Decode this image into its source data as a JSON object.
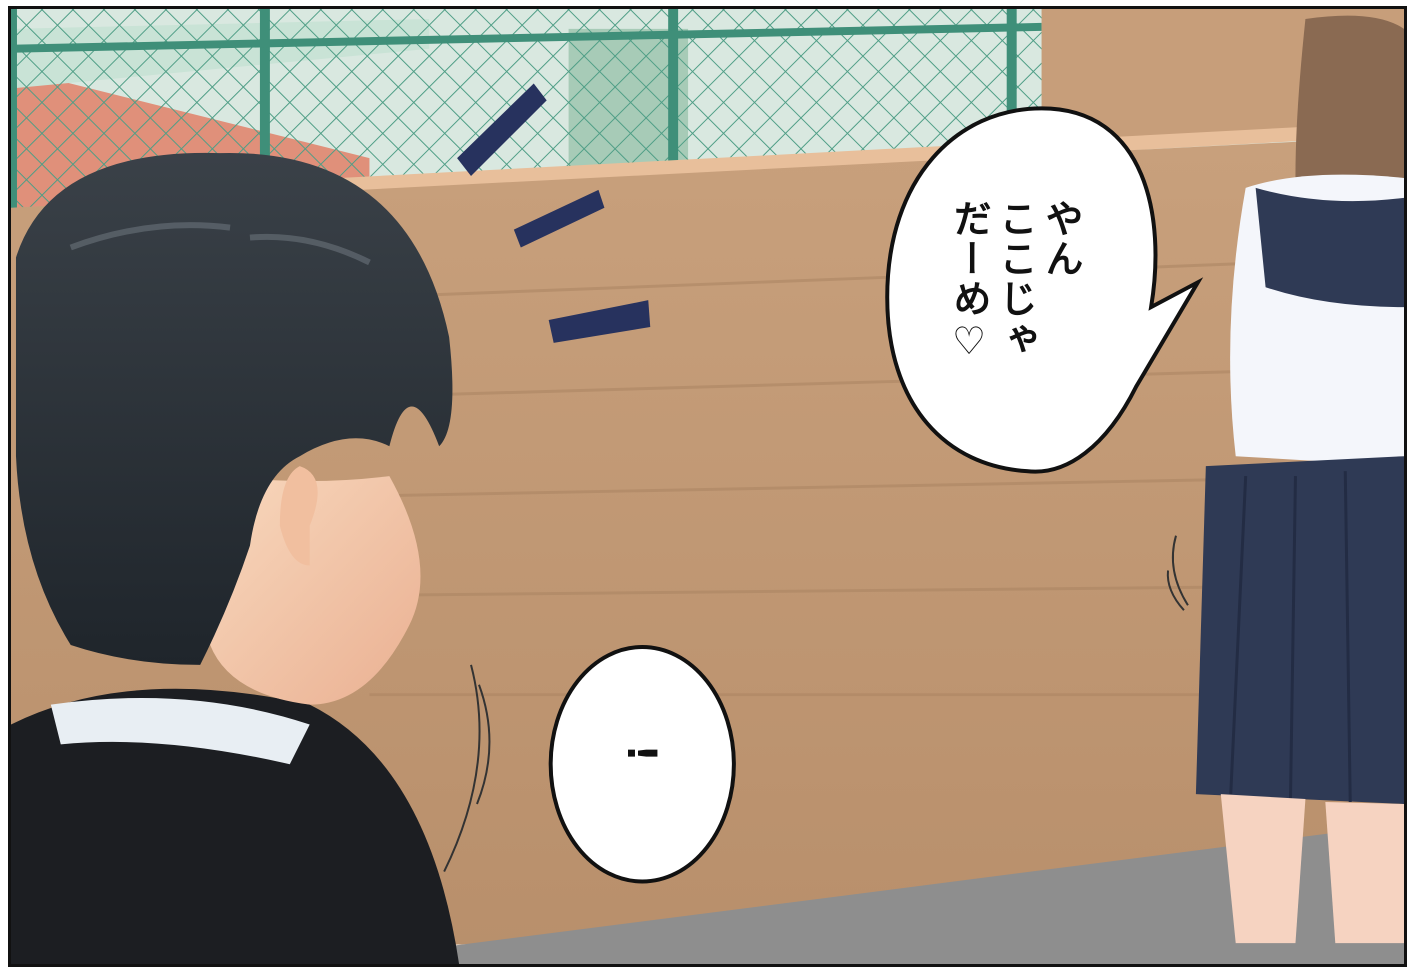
{
  "panel": {
    "scene": "school-walkway",
    "characters": [
      "boy-in-gakuran",
      "girl-in-sailor-uniform"
    ]
  },
  "bubbles": {
    "girl_line": "やん\nここじゃ\nだーめ♡",
    "boy_reaction": "!"
  },
  "colors": {
    "wall": "#c29a77",
    "fence": "#5fb39b",
    "hair_boy": "#2c3238",
    "hair_girl": "#8a6a52",
    "uniform_navy": "#2f3a55",
    "skin": "#f3c7a6",
    "speed_lines": "#27325e"
  }
}
